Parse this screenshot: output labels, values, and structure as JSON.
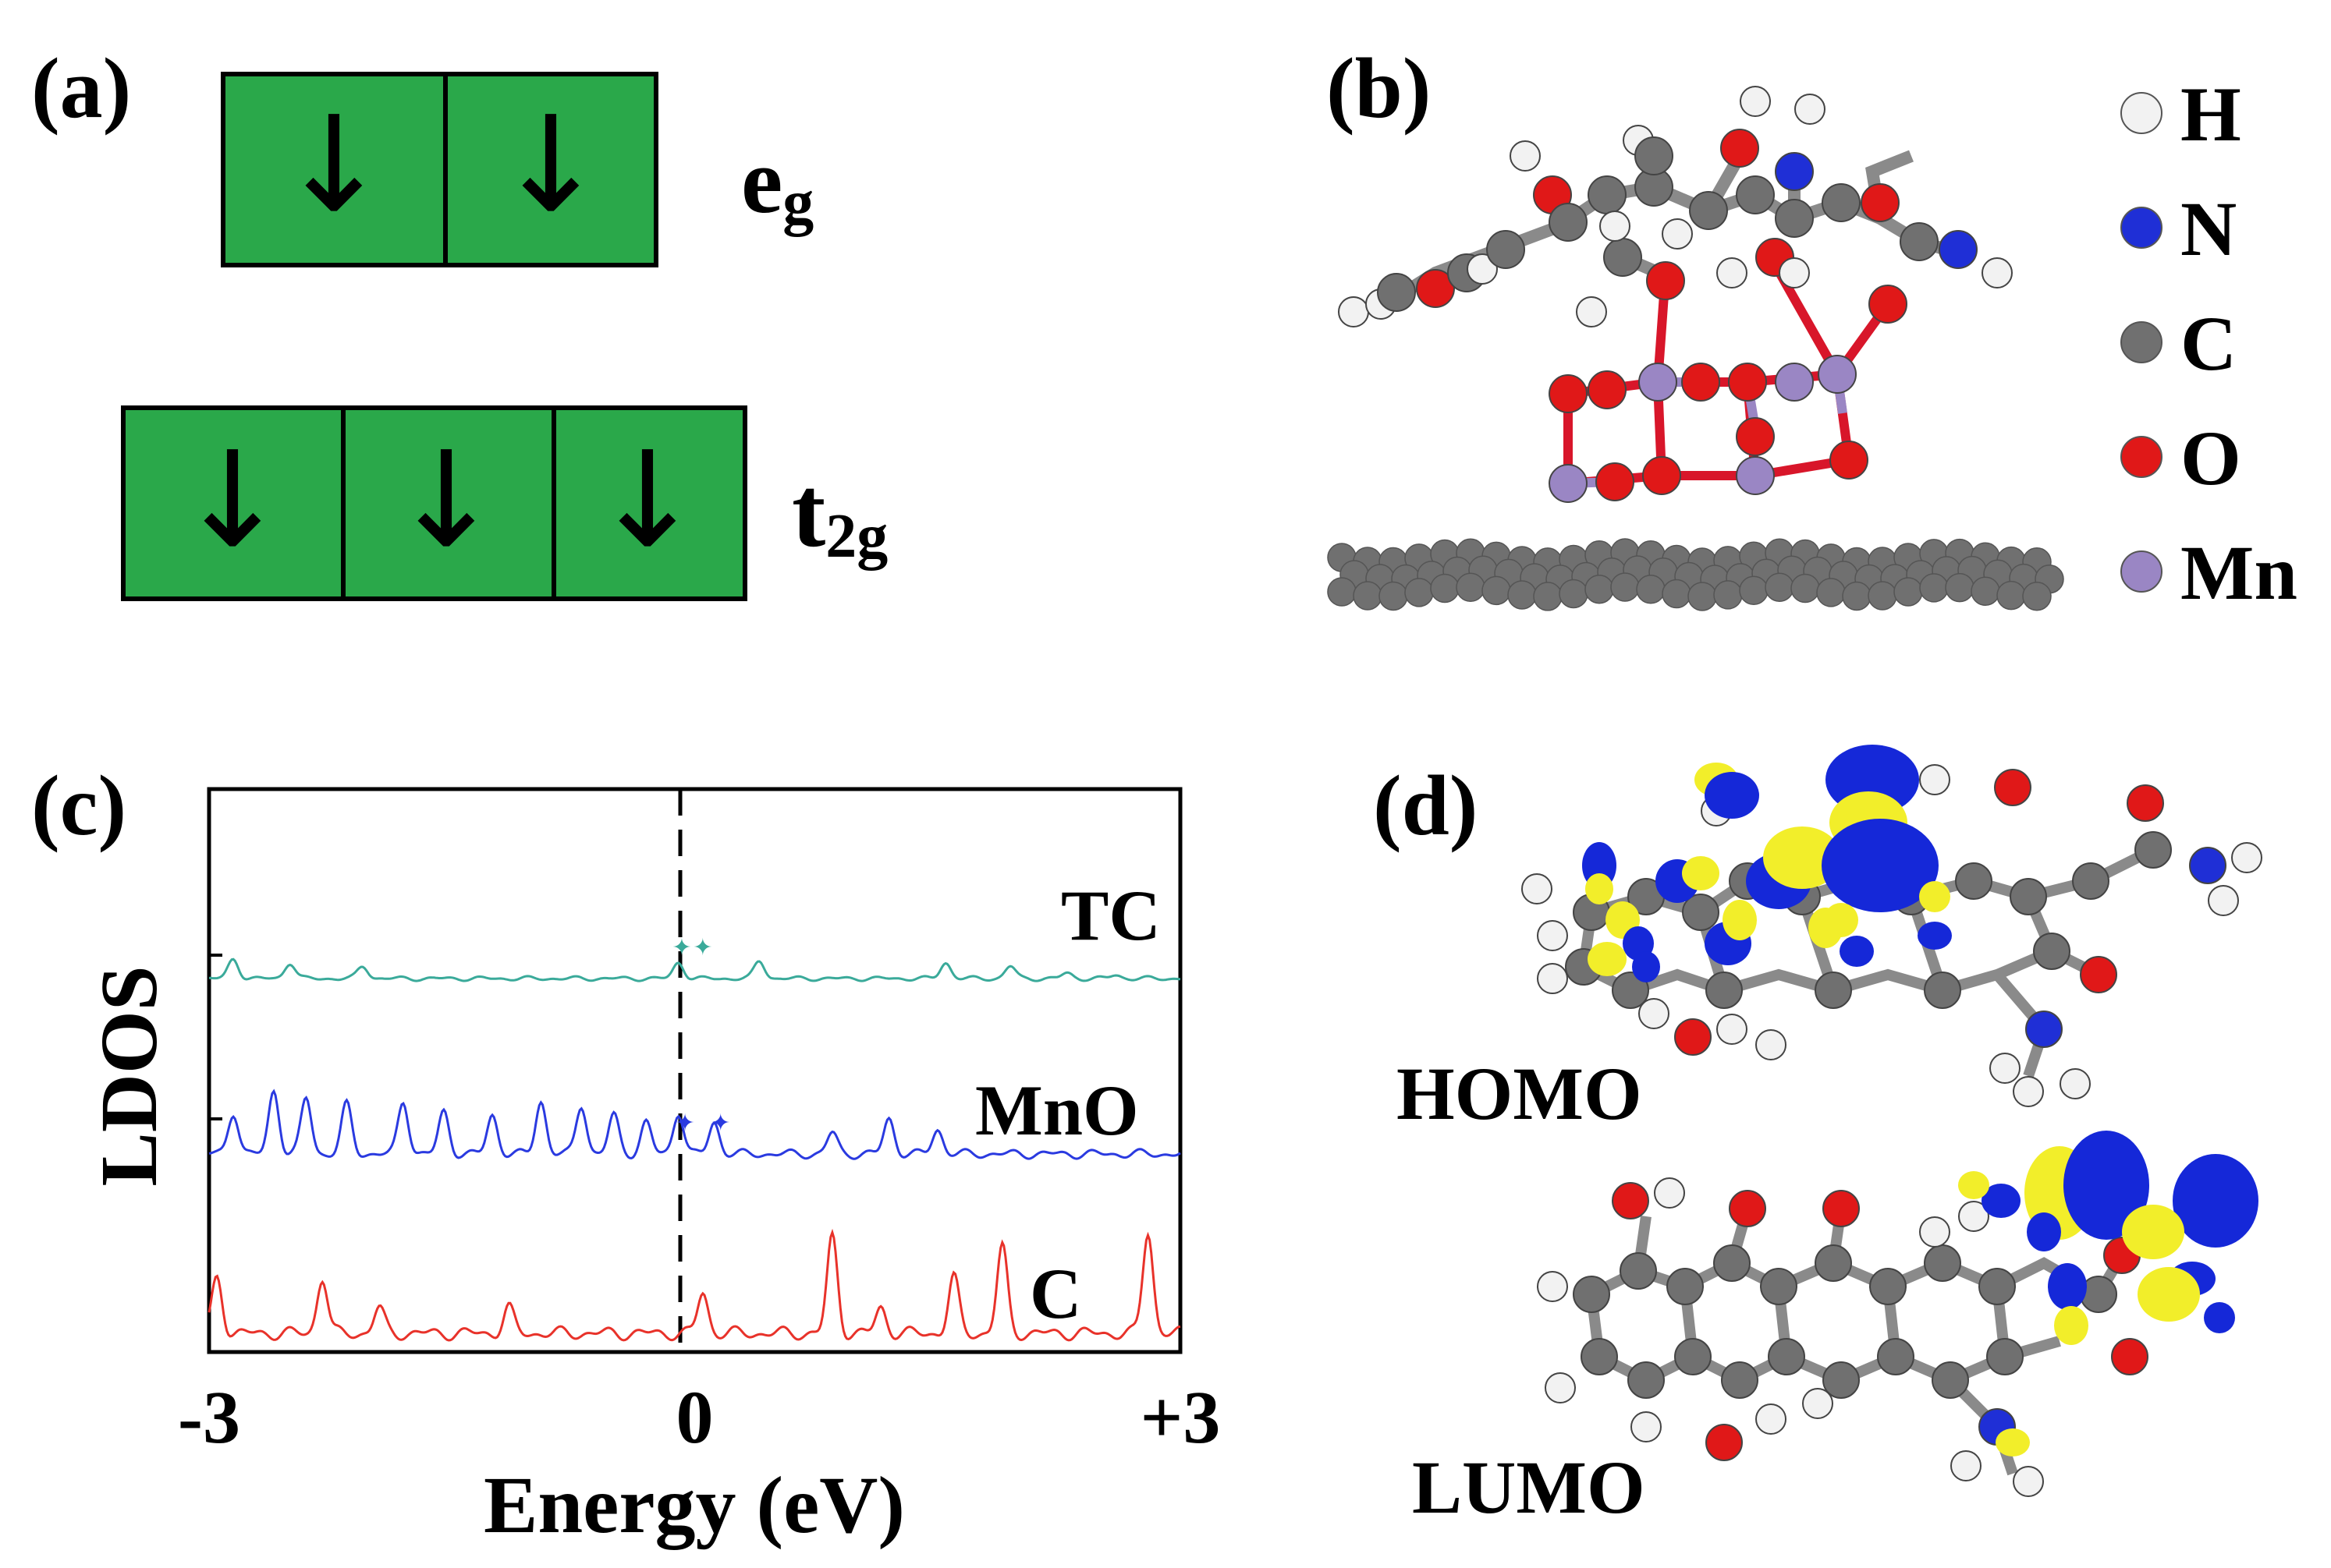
{
  "panels": {
    "a": {
      "label": "(a)",
      "eg": {
        "main": "e",
        "sub": "g"
      },
      "t2g": {
        "main": "t",
        "sub": "2g"
      },
      "eg_boxes": [
        "↓",
        "↓"
      ],
      "t2g_boxes": [
        "↓",
        "↓",
        "↓"
      ],
      "box_color": "#2aa84a"
    },
    "b": {
      "label": "(b)",
      "legend": [
        {
          "symbol": "H",
          "color": "#f2f2f2"
        },
        {
          "symbol": "N",
          "color": "#1f2fd6"
        },
        {
          "symbol": "C",
          "color": "#707070"
        },
        {
          "symbol": "O",
          "color": "#e01818"
        },
        {
          "symbol": "Mn",
          "color": "#9a86c4"
        }
      ]
    },
    "c": {
      "label": "(c)"
    },
    "d": {
      "label": "(d)",
      "homo_label": "HOMO",
      "lumo_label": "LUMO",
      "lobe_colors": {
        "positive": "#f2ee2a",
        "negative": "#1528d8"
      }
    }
  },
  "chart_data": {
    "type": "line",
    "xlabel": "Energy (eV)",
    "ylabel": "LDOS",
    "xlim": [
      -3,
      3
    ],
    "x_ticks": [
      "-3",
      "0",
      "+3"
    ],
    "fermi_level": 0,
    "grid": false,
    "series": [
      {
        "name": "TC",
        "color": "#3aaa9a",
        "markers": [
          -0.08,
          0.05
        ],
        "peaks": [
          [
            -2.85,
            0.55
          ],
          [
            -2.5,
            0.45
          ],
          [
            -2.05,
            0.35
          ],
          [
            -0.1,
            0.45
          ],
          [
            0.4,
            0.5
          ],
          [
            1.55,
            0.45
          ],
          [
            1.95,
            0.35
          ],
          [
            2.3,
            0.15
          ],
          [
            2.6,
            0.1
          ]
        ]
      },
      {
        "name": "MnO",
        "color": "#2a3ae0",
        "markers": [
          -0.06,
          0.16
        ],
        "peaks": [
          [
            -2.85,
            0.6
          ],
          [
            -2.6,
            0.9
          ],
          [
            -2.4,
            0.8
          ],
          [
            -2.15,
            0.7
          ],
          [
            -1.8,
            0.75
          ],
          [
            -1.55,
            0.6
          ],
          [
            -1.25,
            0.55
          ],
          [
            -0.95,
            0.75
          ],
          [
            -0.7,
            0.7
          ],
          [
            -0.5,
            0.55
          ],
          [
            -0.3,
            0.45
          ],
          [
            -0.1,
            0.6
          ],
          [
            0.12,
            0.45
          ],
          [
            0.85,
            0.3
          ],
          [
            1.2,
            0.5
          ],
          [
            1.5,
            0.35
          ]
        ]
      },
      {
        "name": "C",
        "color": "#e8322a",
        "markers": [],
        "peaks": [
          [
            -2.95,
            0.55
          ],
          [
            -2.3,
            0.55
          ],
          [
            -1.95,
            0.25
          ],
          [
            -1.15,
            0.25
          ],
          [
            0.05,
            0.4
          ],
          [
            0.85,
            0.95
          ],
          [
            1.15,
            0.25
          ],
          [
            1.6,
            0.55
          ],
          [
            1.9,
            0.85
          ],
          [
            2.8,
            1.0
          ]
        ]
      }
    ]
  }
}
